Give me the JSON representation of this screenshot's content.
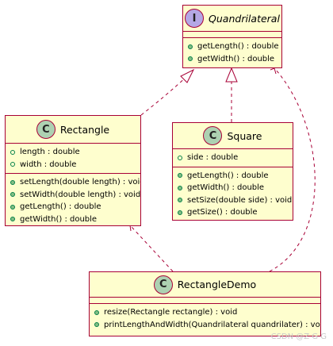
{
  "diagram": {
    "quadrilateral": {
      "stereotype": "I",
      "name": "Quandrilateral",
      "methods": [
        "getLength() : double",
        "getWidth() : double"
      ]
    },
    "rectangle": {
      "stereotype": "C",
      "name": "Rectangle",
      "fields": [
        "length : double",
        "width : double"
      ],
      "methods": [
        "setLength(double length) : void",
        "setWidth(double length) : void",
        "getLength() : double",
        "getWidth() : double"
      ]
    },
    "square": {
      "stereotype": "C",
      "name": "Square",
      "fields": [
        "side : double"
      ],
      "methods": [
        "getLength() : double",
        "getWidth() : double",
        "setSize(double side) : void",
        "getSize() : double"
      ]
    },
    "rectangle_demo": {
      "stereotype": "C",
      "name": "RectangleDemo",
      "methods": [
        "resize(Rectangle rectangle) : void",
        "printLengthAndWidth(Quandrilateral quandrilater) : void"
      ]
    },
    "relations": [
      {
        "from": "Rectangle",
        "to": "Quandrilateral",
        "kind": "realization"
      },
      {
        "from": "Square",
        "to": "Quandrilateral",
        "kind": "realization"
      },
      {
        "from": "RectangleDemo",
        "to": "Rectangle",
        "kind": "dependency"
      },
      {
        "from": "RectangleDemo",
        "to": "Quandrilateral",
        "kind": "dependency"
      }
    ],
    "watermark": "CSDN @Z G G"
  },
  "colors": {
    "box_fill": "#FEFECE",
    "border": "#A80036",
    "interface_badge": "#B4A7E5",
    "class_badge": "#ADD1B2",
    "visibility_public": "#84BE84"
  }
}
